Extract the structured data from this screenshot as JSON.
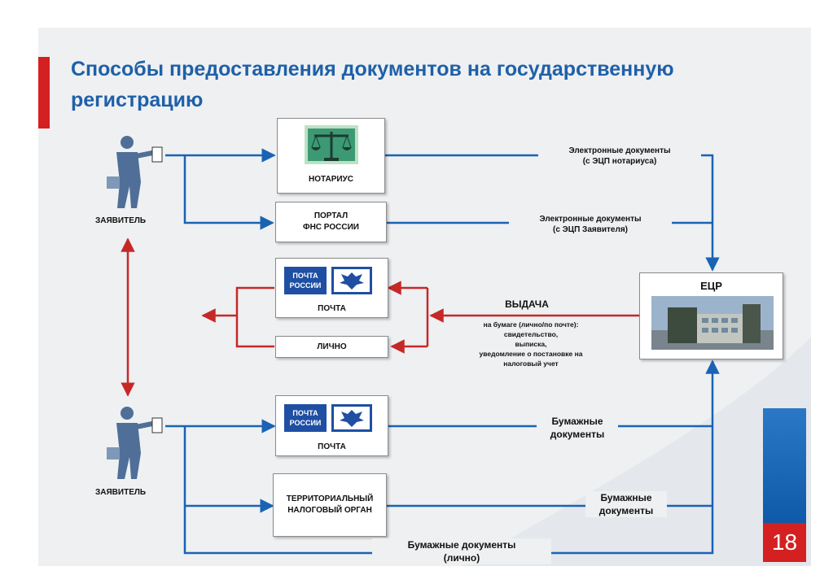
{
  "title": "Способы предоставления документов на государственную регистрацию",
  "page_number": "18",
  "nodes": {
    "applicant_top": "ЗАЯВИТЕЛЬ",
    "applicant_bottom": "ЗАЯВИТЕЛЬ",
    "notary": "НОТАРИУС",
    "portal_line1": "ПОРТАЛ",
    "portal_line2": "ФНС РОССИИ",
    "post_top": "ПОЧТА",
    "personal": "ЛИЧНО",
    "post_bottom": "ПОЧТА",
    "tax_line1": "ТЕРРИТОРИАЛЬНЫЙ",
    "tax_line2": "НАЛОГОВЫЙ ОРГАН",
    "ecr": "ЕЦР",
    "pochta_logo_line1": "ПОЧТА",
    "pochta_logo_line2": "РОССИИ"
  },
  "edges": {
    "e_docs_notary_1": "Электронные документы",
    "e_docs_notary_2": "(с ЭЦП нотариуса)",
    "e_docs_applicant_1": "Электронные документы",
    "e_docs_applicant_2": "(с ЭЦП Заявителя)",
    "issue_title": "ВЫДАЧА",
    "issue_1": "на бумаге (лично/по почте):",
    "issue_2": "свидетельство,",
    "issue_3": "выписка,",
    "issue_4": "уведомление о постановке на",
    "issue_5": "налоговый учет",
    "paper_post_1": "Бумажные",
    "paper_post_2": "документы",
    "paper_tax_1": "Бумажные",
    "paper_tax_2": "документы",
    "paper_personal_1": "Бумажные документы",
    "paper_personal_2": "(лично)"
  },
  "colors": {
    "accent_red": "#d42020",
    "title_blue": "#1f60a8",
    "flow_blue": "#1a63b4",
    "return_red": "#c62828"
  }
}
